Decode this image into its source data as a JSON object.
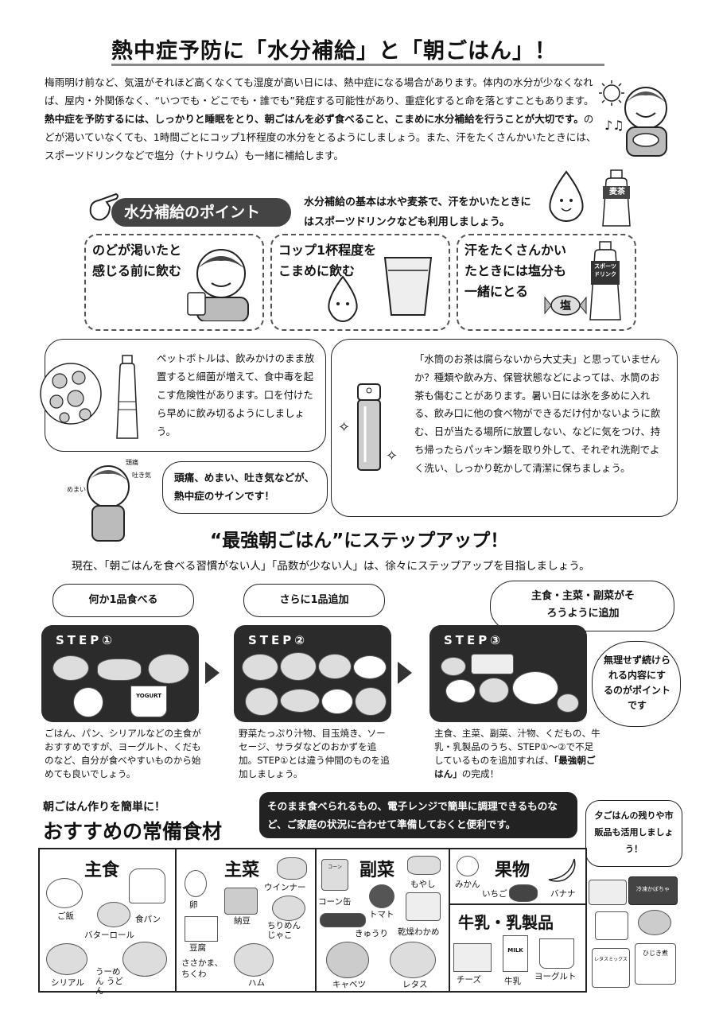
{
  "header": {
    "title": "熱中症予防に「水分補給」と「朝ごはん」！",
    "intro_1": "梅雨明け前など、気温がそれほど高くなくても湿度が高い日には、熱中症になる場合があります。体内の水分が少なくなれば、屋内・外関係なく、“いつでも・どこでも・誰でも”発症する可能性があり、重症化すると命を落とすこともあります。",
    "intro_bold": "熱中症を予防するには、しっかりと睡眠をとり、朝ごはんを必ず食べること、こまめに水分補給を行うことが大切です。",
    "intro_2": "のどが渇いていなくても、1時間ごとにコップ1杯程度の水分をとるようにしましょう。また、汗をたくさんかいたときには、スポーツドリンクなどで塩分（ナトリウム）も一緒に補給します。"
  },
  "hydration": {
    "badge": "水分補給のポイント",
    "lead": "水分補給の基本は水や麦茶で、汗をかいたときにはスポーツドリンクなども利用しましょう。",
    "bottle_label": "麦茶",
    "sports_label": "スポーツドリンク",
    "salt_label": "塩",
    "points": [
      "のどが渇いたと感じる前に飲む",
      "コップ1杯程度をこまめに飲む",
      "汗をたくさんかいたときには塩分も一緒にとる"
    ]
  },
  "petbottle": {
    "text": "ペットボトルは、飲みかけのまま放置すると細菌が増えて、食中毒を起こす危険性があります。口を付けたら早めに飲み切るようにしましょう。"
  },
  "signs": {
    "text": "頭痛、めまい、吐き気などが、熱中症のサインです！",
    "tags": [
      "頭痛",
      "吐き気",
      "めまい"
    ]
  },
  "suito": {
    "text": "「水筒のお茶は腐らないから大丈夫」と思っていませんか？種類や飲み方、保管状態などによっては、水筒のお茶も傷むことがあります。暑い日には氷を多めに入れる、飲み口に他の食べ物ができるだけ付かないように飲む、日が当たる場所に放置しない、などに気をつけ、持ち帰ったらパッキン類を取り外して、それぞれ洗剤でよく洗い、しっかり乾かして清潔に保ちましょう。"
  },
  "breakfast": {
    "heading": "“最強朝ごはん”にステップアップ！",
    "sub": "現在、「朝ごはんを食べる習慣がない人」「品数が少ない人」は、徐々にステップアップを目指しましょう。",
    "side_note": "無理せず続けられる内容にするのがポイントです",
    "yogurt_label": "YOGURT",
    "steps": [
      {
        "label": "STEP①",
        "bubble": "何か1品食べる",
        "desc": "ごはん、パン、シリアルなどの主食がおすすめですが、ヨーグルト、くだものなど、自分が食べやすいものから始めても良いでしょう。"
      },
      {
        "label": "STEP②",
        "bubble": "さらに1品追加",
        "desc": "野菜たっぷり汁物、目玉焼き、ソーセージ、サラダなどのおかずを追加。STEP①とは違う仲間のものを追加しましょう。"
      },
      {
        "label": "STEP③",
        "bubble": "主食・主菜・副菜がそろうように追加",
        "desc": "主食、主菜、副菜、汁物、くだもの、牛乳・乳製品のうち、STEP①〜②で不足しているものを追加すれば、",
        "desc_bold": "「最強朝ごはん」",
        "desc_end": "の完成！"
      }
    ]
  },
  "pantry": {
    "pre": "朝ごはん作りを簡単に！",
    "heading": "おすすめの常備食材",
    "banner": "そのまま食べられるもの、電子レンジで簡単に調理できるものなど、ご家庭の状況に合わせて準備しておくと便利です。",
    "leftover": "夕ごはんの残りや市販品も活用しましょう！",
    "packages": [
      "冷凍かぼちゃ",
      "レタスミックス",
      "ひじき煮"
    ],
    "categories": [
      {
        "name": "主食",
        "items": [
          "ご飯",
          "食パン",
          "バターロール",
          "シリアル",
          "うーめん うどん"
        ]
      },
      {
        "name": "主菜",
        "items": [
          "卵",
          "ウインナー",
          "納豆",
          "豆腐",
          "ちりめんじゃこ",
          "ささかま、ちくわ",
          "ハム"
        ]
      },
      {
        "name": "副菜",
        "items": [
          "コーン缶",
          "もやし",
          "トマト",
          "乾燥わかめ",
          "きゅうり",
          "キャベツ",
          "レタス"
        ],
        "can_label": "コーン"
      },
      {
        "name": "果物",
        "items": [
          "みかん",
          "いちご",
          "バナナ"
        ]
      },
      {
        "name": "牛乳・乳製品",
        "items": [
          "チーズ",
          "牛乳",
          "ヨーグルト"
        ],
        "milk_label": "MILK"
      }
    ]
  }
}
